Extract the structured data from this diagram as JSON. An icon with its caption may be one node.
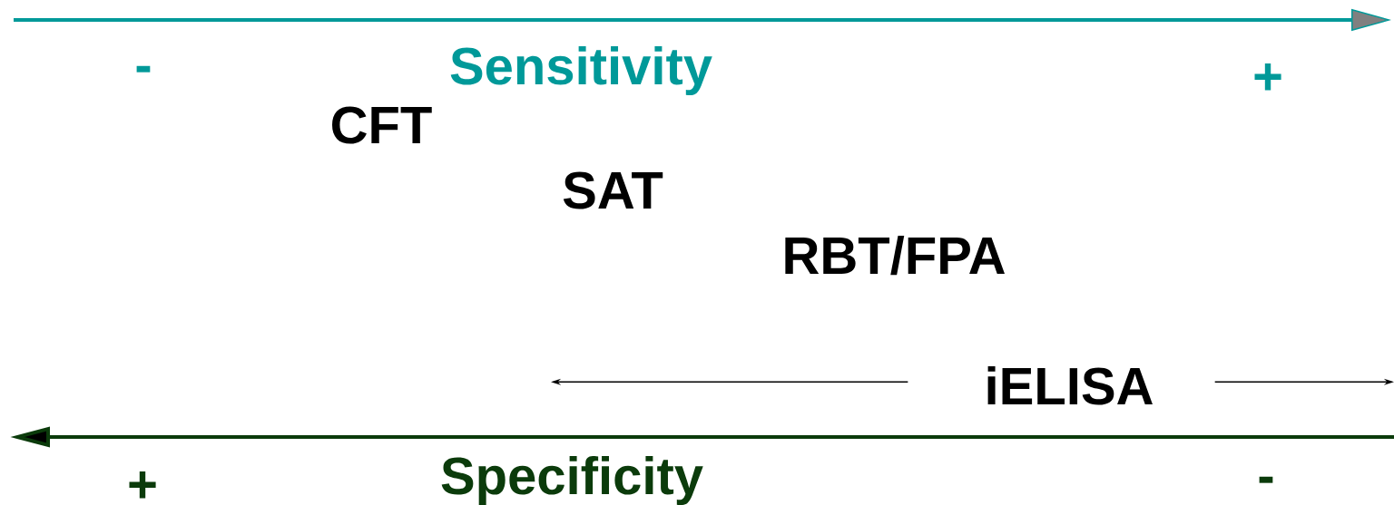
{
  "diagram": {
    "nodes": [
      {
        "text": [
          "CFT"
        ]
      },
      {
        "text": [
          "SAT"
        ]
      },
      {
        "text": [
          "RBT/FPA"
        ]
      },
      {
        "text": [
          "iELISA"
        ]
      }
    ],
    "edges": [
      {
        "from": 3,
        "to": null,
        "arrow": "to"
      },
      {
        "from": 3,
        "to": null,
        "arrow": "to"
      }
    ],
    "labels": [
      "-",
      "Sensitivity",
      "+",
      "+",
      "Specificity",
      "-"
    ]
  }
}
